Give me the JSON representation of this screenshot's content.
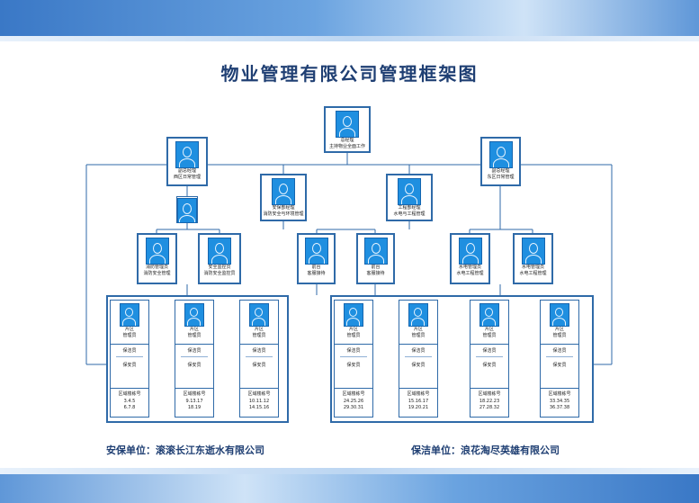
{
  "title": "物业管理有限公司管理框架图",
  "colors": {
    "line": "#2f6aa8",
    "avatar": "#1f8fe0",
    "title": "#1f3f73"
  },
  "icon": "person-silhouette-icon",
  "gm": {
    "l1": "总经理",
    "l2": "主持物业全面工作"
  },
  "deputy_west": {
    "l1": "副总经理",
    "l2": "西区日常管理"
  },
  "deputy_east": {
    "l1": "副总经理",
    "l2": "东区日常管理"
  },
  "security_mgr": {
    "l1": "安保部经理",
    "l2": "消防安全与环境管理"
  },
  "engineering_mgr": {
    "l1": "工程部经理",
    "l2": "水电与工程管理"
  },
  "fire_officer": {
    "l1": "消防管理员",
    "l2": "消防安全管理"
  },
  "safety_monitor": {
    "l1": "安全监控员",
    "l2": "消防安全监控员"
  },
  "front_desk_1": {
    "l1": "前台",
    "l2": "客服接待"
  },
  "front_desk_2": {
    "l1": "前台",
    "l2": "客服接待"
  },
  "utility_1": {
    "l1": "水电管理员",
    "l2": "水电工程管理"
  },
  "utility_2": {
    "l1": "水电管理员",
    "l2": "水电工程管理"
  },
  "cell_labels": {
    "area": "片区",
    "mgr": "管理员",
    "cleaner": "保洁员",
    "guard": "保安员",
    "building": "区域楼栋号"
  },
  "west_groups": [
    {
      "n1": "3.4.5",
      "n2": "6.7.8"
    },
    {
      "n1": "9.13.17",
      "n2": "18.19"
    },
    {
      "n1": "10.11.12",
      "n2": "14.15.16"
    }
  ],
  "east_groups": [
    {
      "n1": "24.25.26",
      "n2": "29.30.31"
    },
    {
      "n1": "15.16.17",
      "n2": "19.20.21"
    },
    {
      "n1": "18.22.23",
      "n2": "27.28.32"
    },
    {
      "n1": "33.34.35",
      "n2": "36.37.38"
    }
  ],
  "footer_left": "安保单位：滚滚长江东逝水有限公司",
  "footer_right": "保洁单位：浪花淘尽英雄有限公司"
}
